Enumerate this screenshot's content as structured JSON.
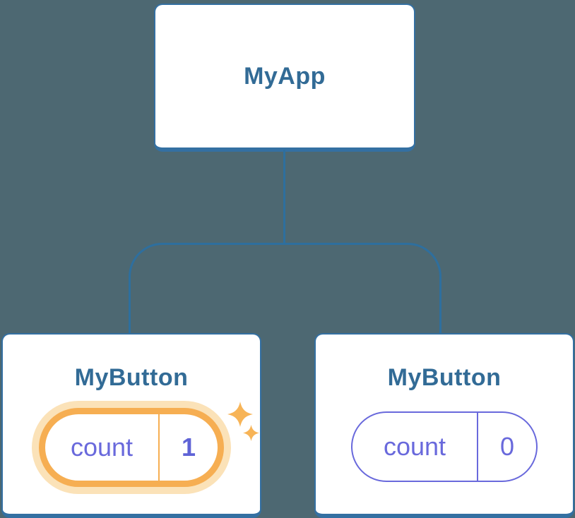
{
  "diagram": {
    "description": "React component tree with isolated state",
    "root": {
      "label": "MyApp"
    },
    "children": [
      {
        "label": "MyButton",
        "state": {
          "key": "count",
          "value": "1"
        },
        "highlighted": true
      },
      {
        "label": "MyButton",
        "state": {
          "key": "count",
          "value": "0"
        },
        "highlighted": false
      }
    ]
  },
  "icons": {
    "sparkle_large": "four-pointed-star",
    "sparkle_small": "four-pointed-star"
  },
  "colors": {
    "background": "#4d6872",
    "card_background": "#ffffff",
    "card_border": "#3470a2",
    "connector_line": "#2e6f9e",
    "title_text": "#326b96",
    "state_text": "#6969dc",
    "highlight_ring": "#f6ae52",
    "highlight_glow": "#fbe2b8",
    "sparkle": "#f7b457"
  }
}
